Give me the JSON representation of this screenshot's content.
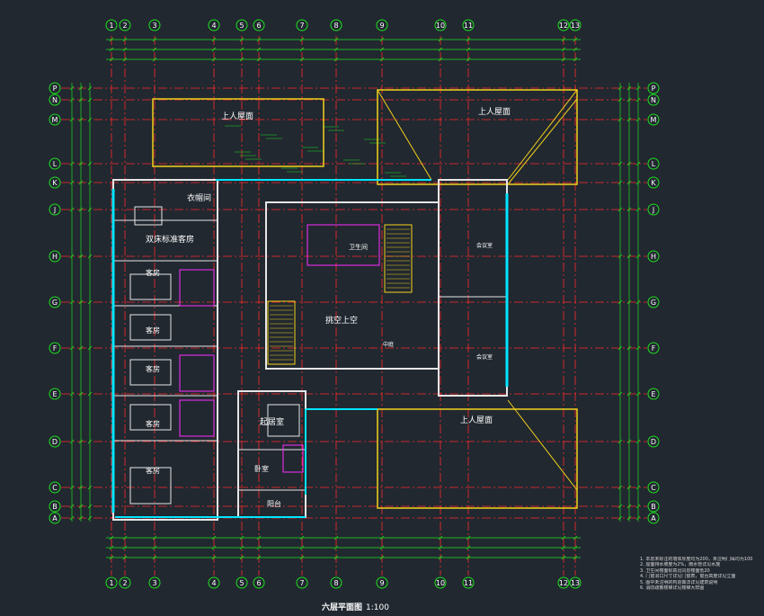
{
  "drawing": {
    "title": "六层平面图",
    "scale": "1:100"
  },
  "axes": {
    "columns": [
      "1",
      "2",
      "3",
      "4",
      "5",
      "6",
      "7",
      "8",
      "9",
      "10",
      "11",
      "12",
      "13"
    ],
    "rows": [
      "P",
      "N",
      "M",
      "L",
      "K",
      "J",
      "H",
      "G",
      "F",
      "E",
      "D",
      "C",
      "B",
      "A"
    ]
  },
  "rooms": {
    "roof_top_left": "上人屋面",
    "roof_top_right": "上人屋面",
    "roof_bottom_right": "上人屋面",
    "cloakroom": "衣帽间",
    "master_bedroom": "双床标准客房",
    "guest_1": "客房",
    "guest_2": "客房",
    "guest_3": "客房",
    "guest_4": "客房",
    "guest_5": "客房",
    "lounge": "起居室",
    "bedroom_small": "卧室",
    "balcony": "阳台",
    "void": "挑空上空",
    "toilet": "卫生间",
    "atrium": "中庭",
    "east_room_1": "会议室",
    "east_room_2": "会议室"
  },
  "notes": [
    "1. 本层未标注的墙体厚度均为200，未注明门垛均为100",
    "2. 屋面排水坡度为2%，雨水管详见水施",
    "3. 卫生间楼面标高比同层楼面低20",
    "4. 门窗洞口尺寸详见门窗表，窗台高度详见立面",
    "5. 图中未注明的构造做法详见建筑说明",
    "6. 消防疏散楼梯详见楼梯大样图"
  ],
  "colors": {
    "background": "#212830",
    "axis_red": "#ff2a2a",
    "dim_green": "#1ee01e",
    "wall_white": "#e6e6e6",
    "window_cyan": "#00e5ff",
    "yellow": "#f2d21a",
    "magenta": "#ff2cff"
  }
}
